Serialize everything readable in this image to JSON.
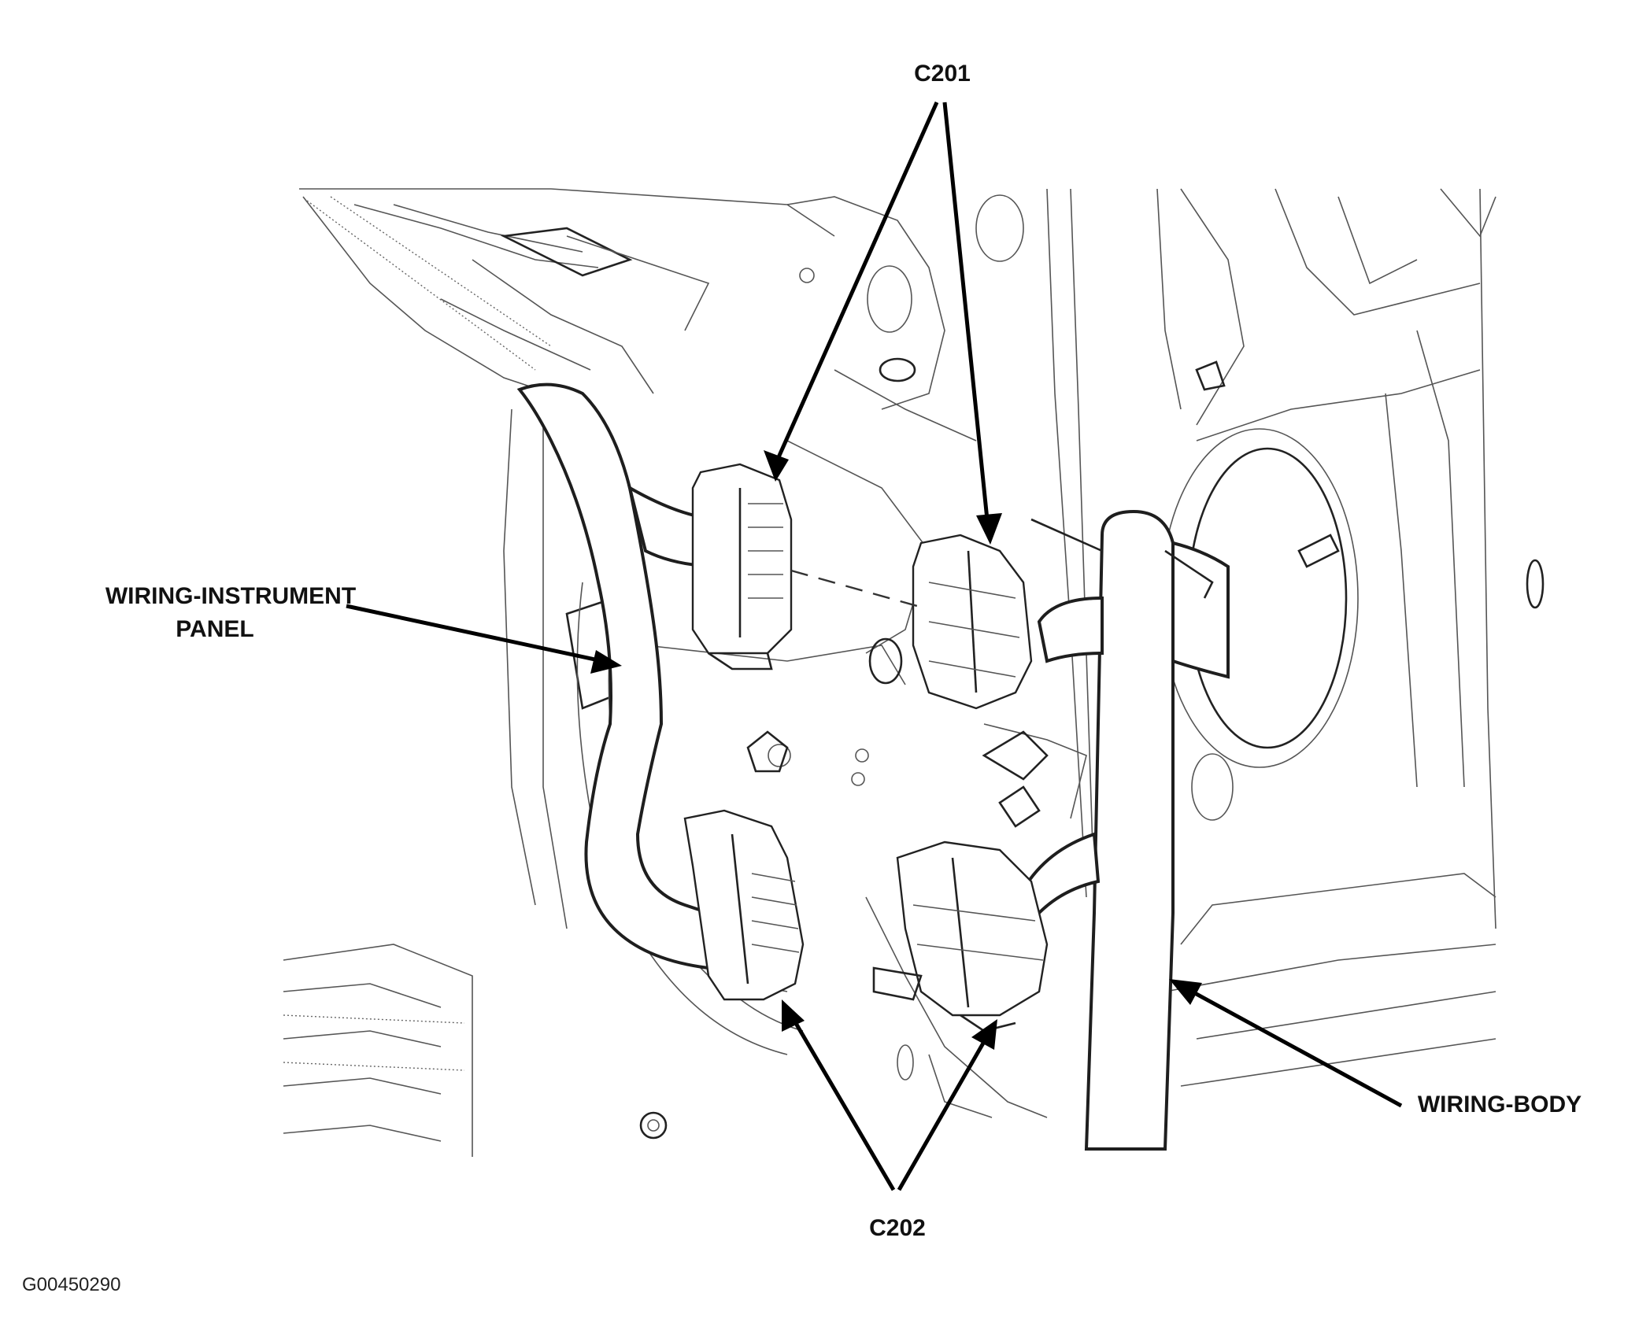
{
  "figure_id": "G00450290",
  "labels": {
    "c201": "C201",
    "c202": "C202",
    "wiring_ip_line1": "WIRING-INSTRUMENT",
    "wiring_ip_line2": "PANEL",
    "wiring_body": "WIRING-BODY"
  },
  "colors": {
    "line": "#555555",
    "text": "#111111",
    "background": "#ffffff"
  }
}
